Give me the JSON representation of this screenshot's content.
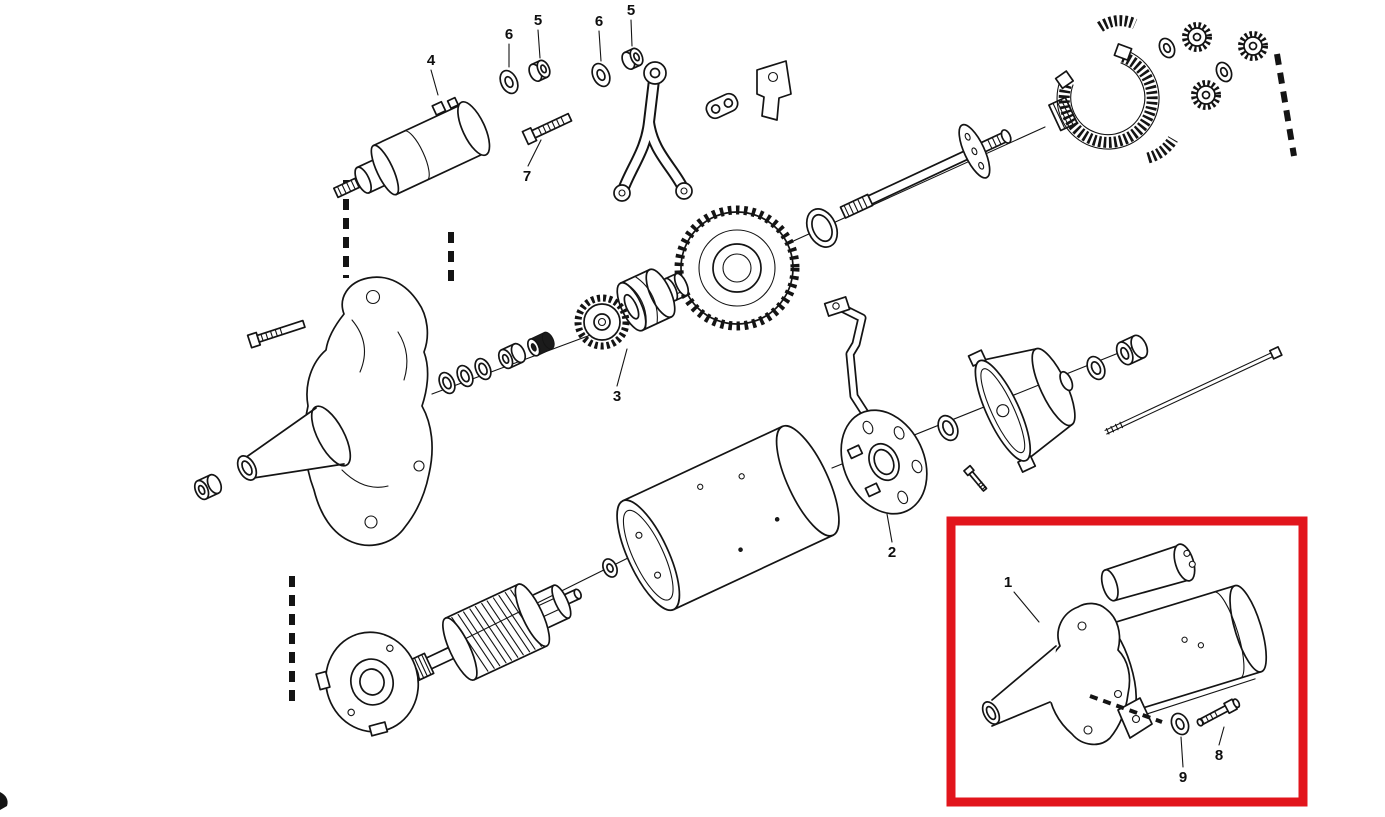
{
  "diagram": {
    "kind": "exploded-parts-diagram",
    "subject": "starter-motor",
    "background": "#ffffff",
    "line_color": "#141414",
    "highlight_color": "#e2151c"
  },
  "labels": {
    "part1": "1",
    "part2": "2",
    "part3": "3",
    "part4": "4",
    "part5a": "5",
    "part5b": "5",
    "part6a": "6",
    "part6b": "6",
    "part7": "7",
    "part8": "8",
    "part9": "9"
  }
}
